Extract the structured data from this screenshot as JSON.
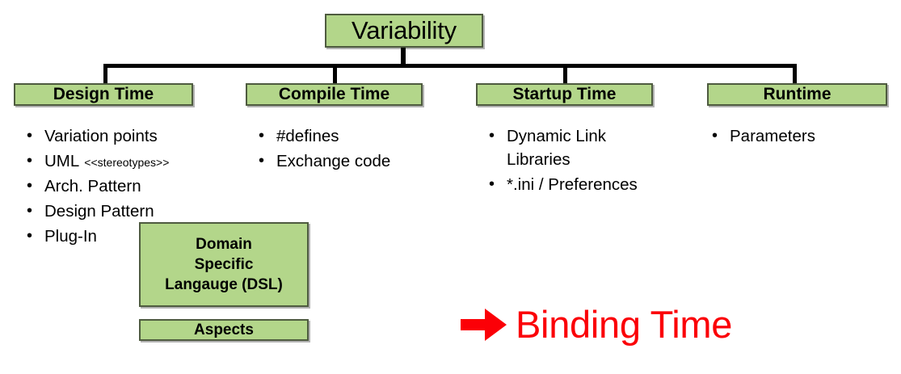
{
  "root": {
    "label": "Variability"
  },
  "categories": [
    {
      "label": "Design Time"
    },
    {
      "label": "Compile Time"
    },
    {
      "label": "Startup Time"
    },
    {
      "label": "Runtime"
    }
  ],
  "columns": [
    {
      "owner": "Design Time",
      "bullet_char": "•",
      "items": [
        {
          "text": "Variation points",
          "note": ""
        },
        {
          "text": "UML",
          "note": "<<stereotypes>>"
        },
        {
          "text": "Arch. Pattern",
          "note": ""
        },
        {
          "text": "Design Pattern",
          "note": ""
        },
        {
          "text": "Plug-In",
          "note": ""
        }
      ]
    },
    {
      "owner": "Compile Time",
      "bullet_char": "•",
      "items": [
        {
          "text": "#defines",
          "note": ""
        },
        {
          "text": "Exchange code",
          "note": ""
        }
      ]
    },
    {
      "owner": "Startup Time",
      "bullet_char": "•",
      "items": [
        {
          "text": "Dynamic Link Libraries",
          "note": ""
        },
        {
          "text": "*.ini / Preferences",
          "note": ""
        }
      ]
    },
    {
      "owner": "Runtime",
      "bullet_char": "•",
      "items": [
        {
          "text": "Parameters",
          "note": ""
        }
      ]
    }
  ],
  "notes": {
    "dsl": {
      "line1": "Domain",
      "line2": "Specific",
      "line3": "Langauge (DSL)"
    },
    "aspects": {
      "label": "Aspects"
    }
  },
  "callout": {
    "arrow_icon": "right-arrow-icon",
    "label": "Binding Time"
  },
  "colors": {
    "box_fill": "#b3d68a",
    "box_border": "#4e5b3f",
    "connector": "#000000",
    "callout": "#fb0007",
    "text": "#000000",
    "background": "#ffffff"
  }
}
